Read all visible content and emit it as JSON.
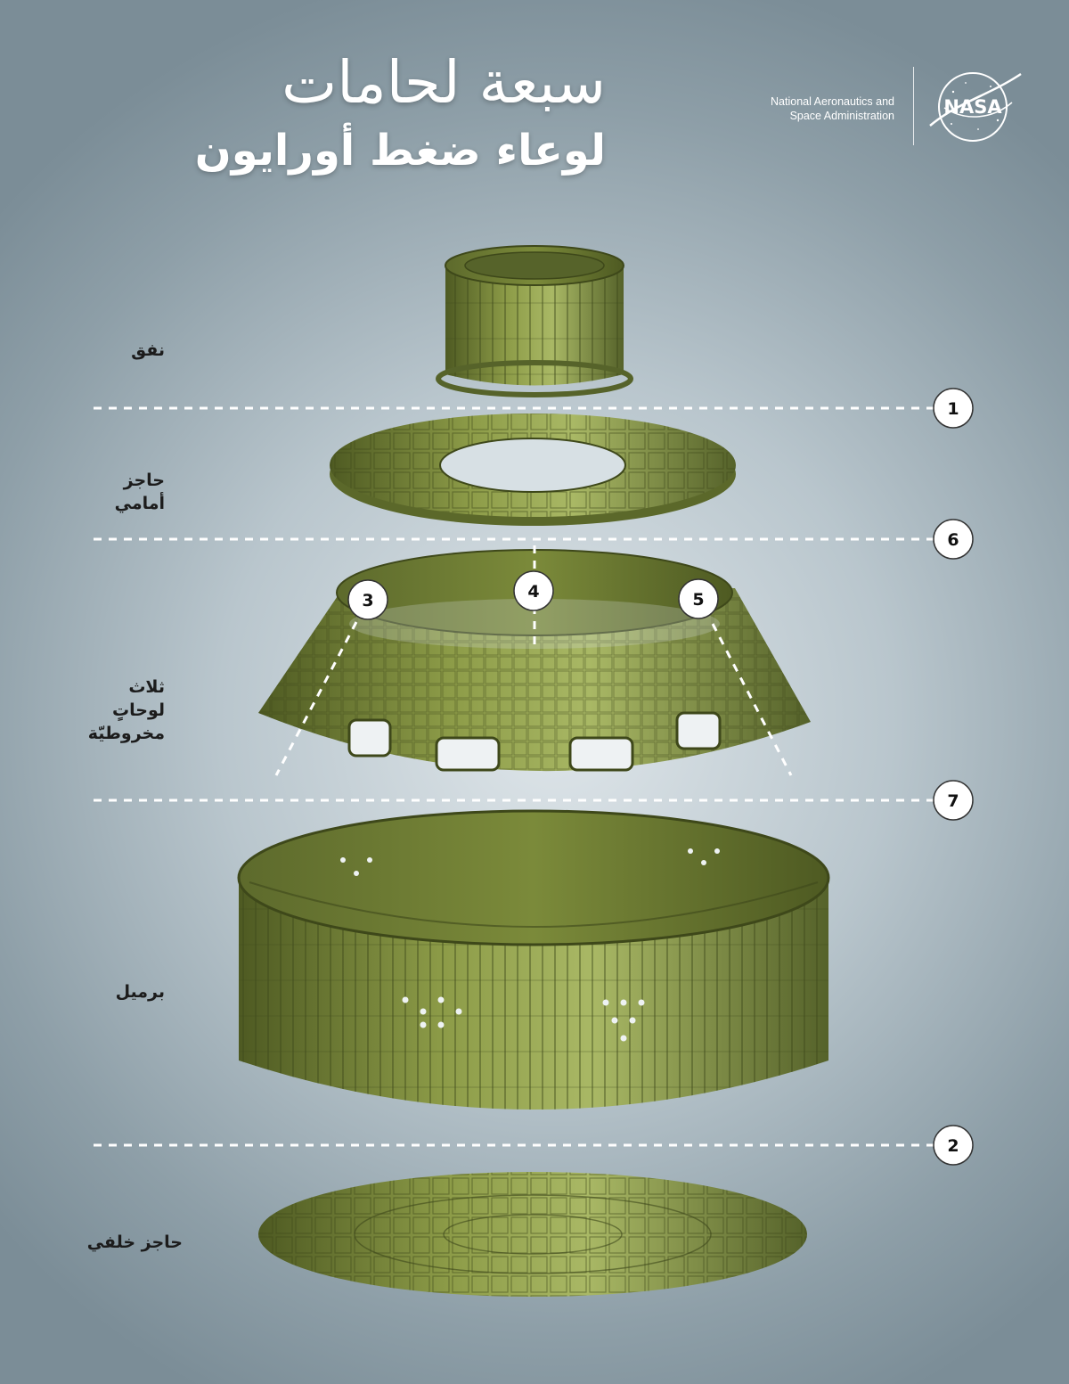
{
  "title": {
    "line1": "سبعة لحامات",
    "line2": "لوعاء ضغط أورايون"
  },
  "agency": {
    "line1": "National Aeronautics and",
    "line2": "Space Administration",
    "logo_text": "NASA"
  },
  "parts": [
    {
      "id": "tunnel",
      "label": "نفق"
    },
    {
      "id": "forward-bulkhead",
      "label_line1": "حاجز",
      "label_line2": "أمامي"
    },
    {
      "id": "cone-panels",
      "label_line1": "ثلاث",
      "label_line2": "لوحاتٍ",
      "label_line3": "مخروطيّة"
    },
    {
      "id": "barrel",
      "label": "برميل"
    },
    {
      "id": "aft-bulkhead",
      "label": "حاجز خلفي"
    }
  ],
  "welds": [
    {
      "number": "1",
      "orientation": "horizontal"
    },
    {
      "number": "6",
      "orientation": "horizontal"
    },
    {
      "number": "3",
      "orientation": "vertical"
    },
    {
      "number": "4",
      "orientation": "vertical"
    },
    {
      "number": "5",
      "orientation": "vertical"
    },
    {
      "number": "7",
      "orientation": "horizontal"
    },
    {
      "number": "2",
      "orientation": "horizontal"
    }
  ],
  "colors": {
    "hardware_green": "#7b8a3a",
    "hardware_dark": "#4e5a22",
    "hardware_light": "#a9b865",
    "weld_line": "#ffffff",
    "label_text": "#1c1c1c"
  }
}
